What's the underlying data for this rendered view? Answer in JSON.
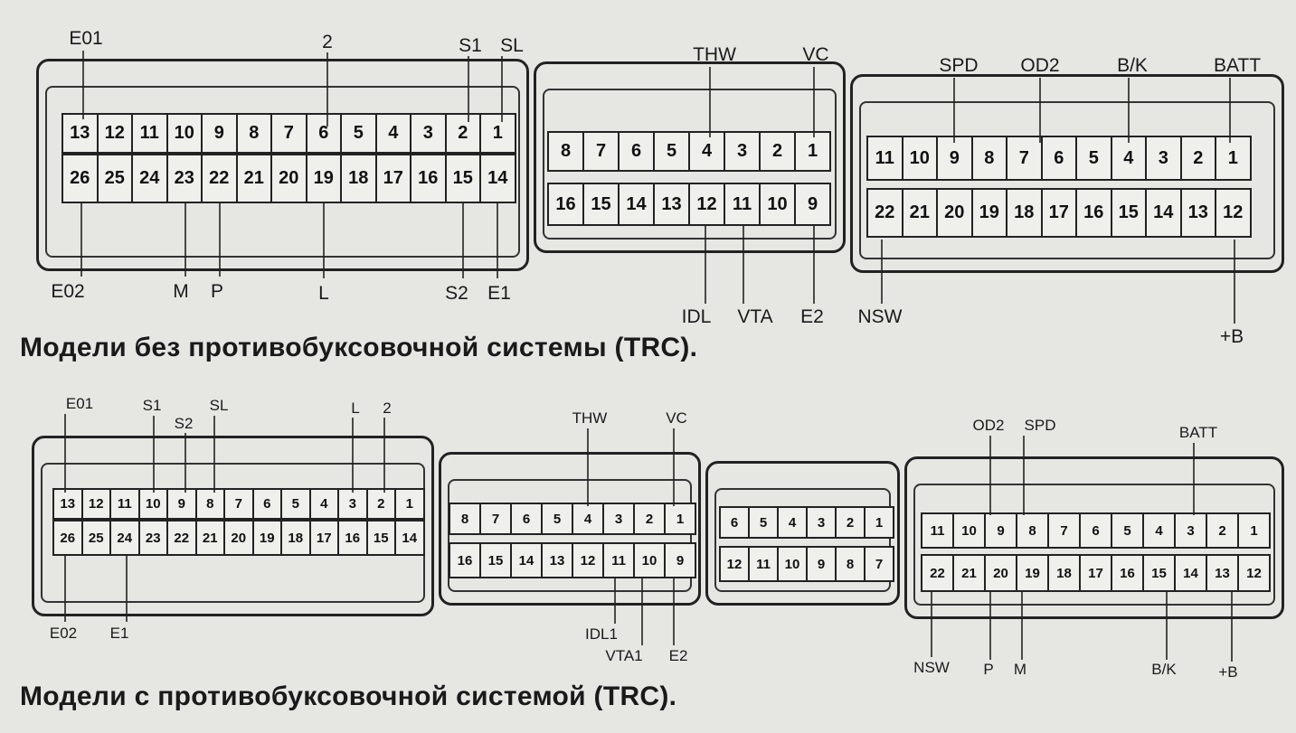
{
  "diagrams": [
    {
      "caption": "Модели без противобуксовочной системы (TRC).",
      "connectors": [
        {
          "top": [
            "13",
            "12",
            "11",
            "10",
            "9",
            "8",
            "7",
            "6",
            "5",
            "4",
            "3",
            "2",
            "1"
          ],
          "bottom": [
            "26",
            "25",
            "24",
            "23",
            "22",
            "21",
            "20",
            "19",
            "18",
            "17",
            "16",
            "15",
            "14"
          ]
        },
        {
          "top": [
            "8",
            "7",
            "6",
            "5",
            "4",
            "3",
            "2",
            "1"
          ],
          "bottom": [
            "16",
            "15",
            "14",
            "13",
            "12",
            "11",
            "10",
            "9"
          ]
        },
        {
          "top": [
            "11",
            "10",
            "9",
            "8",
            "7",
            "6",
            "5",
            "4",
            "3",
            "2",
            "1"
          ],
          "bottom": [
            "22",
            "21",
            "20",
            "19",
            "18",
            "17",
            "16",
            "15",
            "14",
            "13",
            "12"
          ]
        }
      ],
      "labels": [
        "E01",
        "2",
        "S1",
        "SL",
        "THW",
        "VC",
        "SPD",
        "OD2",
        "B/K",
        "BATT",
        "E02",
        "M",
        "P",
        "L",
        "S2",
        "E1",
        "IDL",
        "VTA",
        "E2",
        "NSW",
        "+B"
      ]
    },
    {
      "caption": "Модели с противобуксовочной системой (TRC).",
      "connectors": [
        {
          "top": [
            "13",
            "12",
            "11",
            "10",
            "9",
            "8",
            "7",
            "6",
            "5",
            "4",
            "3",
            "2",
            "1"
          ],
          "bottom": [
            "26",
            "25",
            "24",
            "23",
            "22",
            "21",
            "20",
            "19",
            "18",
            "17",
            "16",
            "15",
            "14"
          ]
        },
        {
          "top": [
            "8",
            "7",
            "6",
            "5",
            "4",
            "3",
            "2",
            "1"
          ],
          "bottom": [
            "16",
            "15",
            "14",
            "13",
            "12",
            "11",
            "10",
            "9"
          ]
        },
        {
          "top": [
            "6",
            "5",
            "4",
            "3",
            "2",
            "1"
          ],
          "bottom": [
            "12",
            "11",
            "10",
            "9",
            "8",
            "7"
          ]
        },
        {
          "top": [
            "11",
            "10",
            "9",
            "8",
            "7",
            "6",
            "5",
            "4",
            "3",
            "2",
            "1"
          ],
          "bottom": [
            "22",
            "21",
            "20",
            "19",
            "18",
            "17",
            "16",
            "15",
            "14",
            "13",
            "12"
          ]
        }
      ],
      "labels": [
        "E01",
        "S1",
        "S2",
        "SL",
        "L",
        "2",
        "THW",
        "VC",
        "OD2",
        "SPD",
        "BATT",
        "E02",
        "E1",
        "IDL1",
        "VTA1",
        "E2",
        "NSW",
        "P",
        "M",
        "B/K",
        "+B"
      ]
    }
  ]
}
